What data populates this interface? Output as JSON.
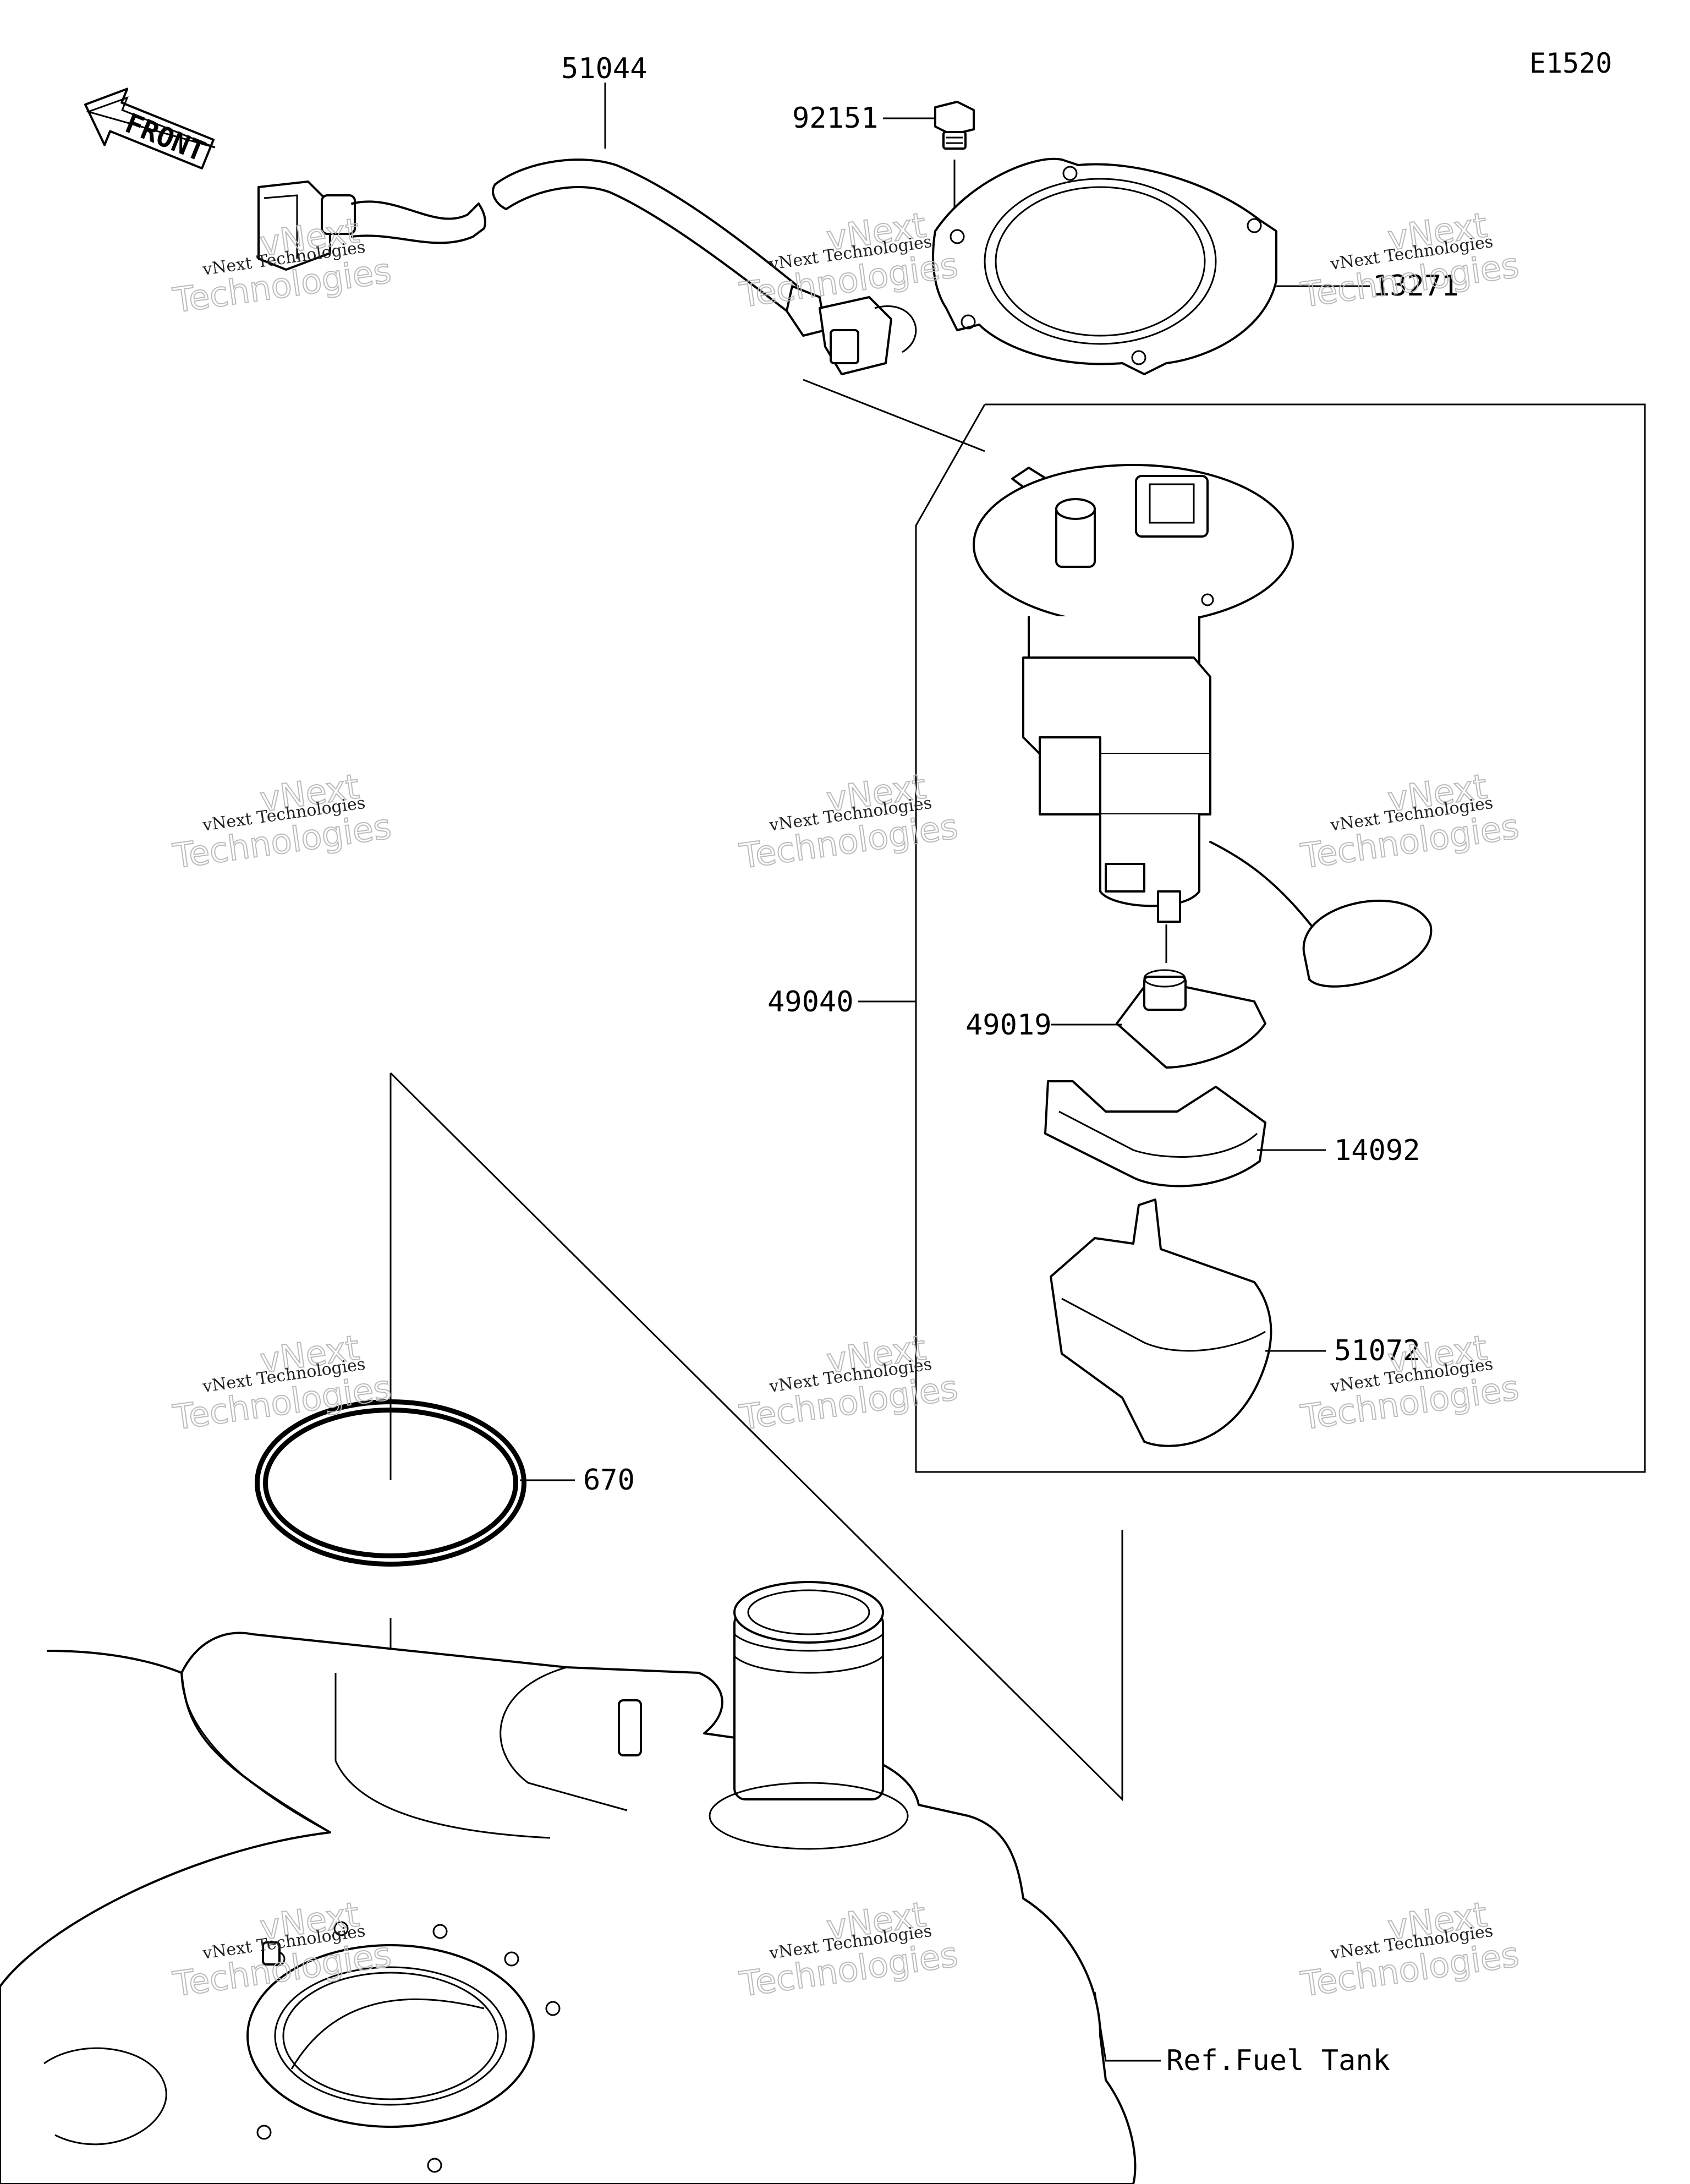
{
  "diagram_id": "E1520",
  "front_arrow_label": "FRONT",
  "parts": [
    {
      "number": "51044"
    },
    {
      "number": "92151"
    },
    {
      "number": "13271"
    },
    {
      "number": "49040"
    },
    {
      "number": "49019"
    },
    {
      "number": "14092"
    },
    {
      "number": "51072"
    },
    {
      "number": "670"
    }
  ],
  "reference_label": "Ref.Fuel Tank",
  "watermark": {
    "line1": "vNext Technologies",
    "line2": "Technologies",
    "line3": "vNext"
  }
}
